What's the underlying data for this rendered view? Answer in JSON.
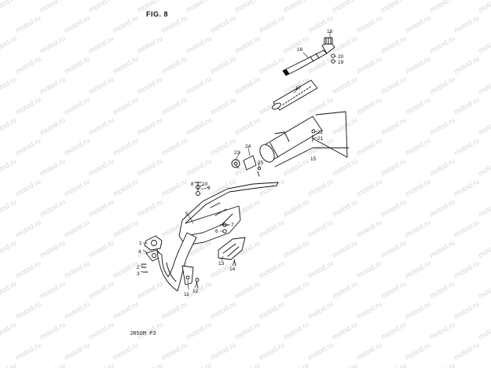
{
  "figure": {
    "title": "FIG. 8",
    "model_code": "JR50M P3"
  },
  "watermark": "motod.ru",
  "callouts": [
    "1",
    "2",
    "3",
    "4",
    "5",
    "6",
    "7",
    "8",
    "9",
    "10",
    "11",
    "12",
    "13",
    "14",
    "15",
    "16",
    "17",
    "18",
    "19",
    "20",
    "21",
    "22",
    "23",
    "24",
    "25"
  ],
  "colors": {
    "ink": "#111111",
    "watermark": "#d6d6d6",
    "paper": "#ffffff"
  }
}
